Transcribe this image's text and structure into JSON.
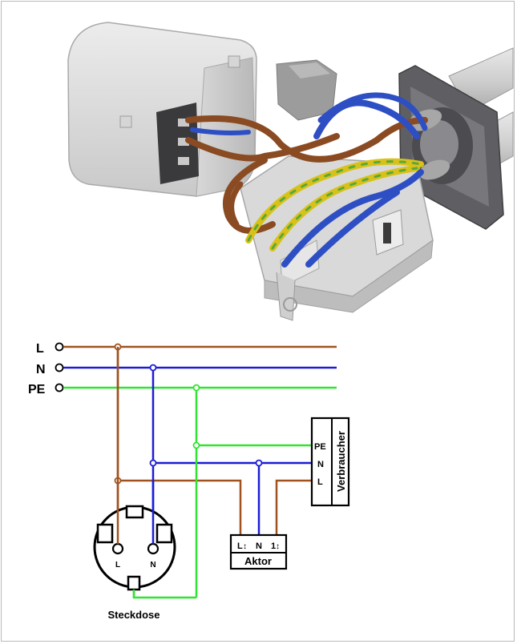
{
  "terminals": {
    "l": "L",
    "n": "N",
    "pe": "PE"
  },
  "socket": {
    "caption": "Steckdose",
    "pin_l": "L",
    "pin_n": "N"
  },
  "actuator": {
    "name": "Aktor",
    "pin_l": "L",
    "pin_n": "N",
    "pin_1": "1",
    "arrow_l": "↕",
    "arrow_1": "↕"
  },
  "consumer": {
    "name": "Verbraucher",
    "pin_pe": "PE",
    "pin_n": "N",
    "pin_l": "L"
  },
  "colors": {
    "phase": "#a0521e",
    "neutral": "#1c1cd6",
    "earth": "#31e431",
    "wire_brown": "#8a4a22",
    "wire_blue": "#2e4fc4",
    "wire_yellow": "#d8c21a",
    "wire_green": "#5aa83a"
  }
}
